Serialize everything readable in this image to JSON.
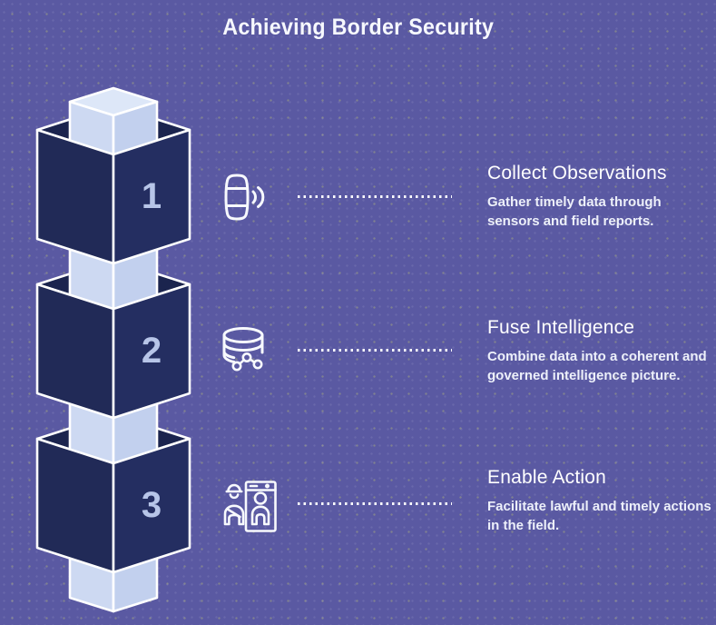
{
  "title": "Achieving Border Security",
  "colors": {
    "background": "#5a59a2",
    "cube_inner_navy": "#1b244e",
    "cube_left_navy": "#212a57",
    "cube_right_navy": "#242e61",
    "pillar_light": "#cdd9f2",
    "pillar_shade": "#c2d0ee",
    "pillar_top": "#dde7f8",
    "outline_white": "#ffffff",
    "number_color": "#b7c5e8",
    "heading_color": "#ffffff",
    "body_color": "#edf0fa",
    "dotted_line": "#ffffff"
  },
  "steps": [
    {
      "number": "1",
      "icon": "sensor-signal-icon",
      "heading": "Collect Observations",
      "description": "Gather timely data through sensors and field reports."
    },
    {
      "number": "2",
      "icon": "database-network-icon",
      "heading": "Fuse Intelligence",
      "description": "Combine data into a coherent and governed intelligence picture."
    },
    {
      "number": "3",
      "icon": "security-checkpoint-icon",
      "heading": "Enable Action",
      "description": "Facilitate lawful and timely actions in the field."
    }
  ]
}
